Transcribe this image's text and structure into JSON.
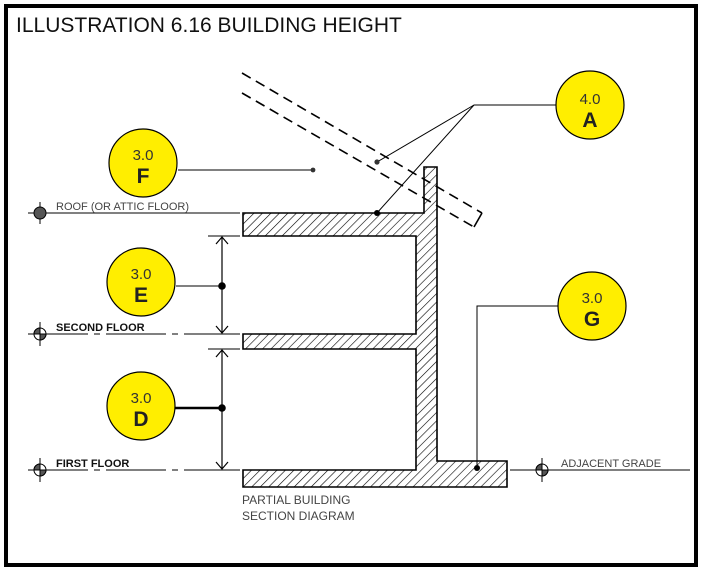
{
  "title": "ILLUSTRATION 6.16 BUILDING HEIGHT",
  "colors": {
    "callout_fill": "#ffee00",
    "line": "#000000",
    "text": "#222222"
  },
  "levels": {
    "roof": "ROOF (OR ATTIC FLOOR)",
    "second": "SECOND FLOOR",
    "first": "FIRST FLOOR",
    "grade": "ADJACENT GRADE"
  },
  "caption": {
    "line1": "PARTIAL BUILDING",
    "line2": "SECTION DIAGRAM"
  },
  "callouts": [
    {
      "id": "A",
      "number": "4.0",
      "letter": "A"
    },
    {
      "id": "F",
      "number": "3.0",
      "letter": "F"
    },
    {
      "id": "E",
      "number": "3.0",
      "letter": "E"
    },
    {
      "id": "D",
      "number": "3.0",
      "letter": "D"
    },
    {
      "id": "G",
      "number": "3.0",
      "letter": "G"
    }
  ]
}
